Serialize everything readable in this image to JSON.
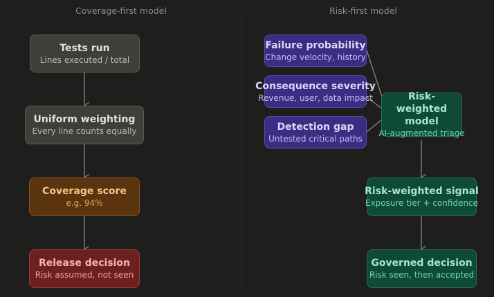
{
  "columns": {
    "left_title": "Coverage-first model",
    "right_title": "Risk-first model"
  },
  "left_flow": [
    {
      "title": "Tests run",
      "subtitle": "Lines executed / total"
    },
    {
      "title": "Uniform weighting",
      "subtitle": "Every line counts equally"
    },
    {
      "title": "Coverage score",
      "subtitle": "e.g. 94%"
    },
    {
      "title": "Release decision",
      "subtitle": "Risk assumed, not seen"
    }
  ],
  "right_inputs": [
    {
      "title": "Failure probability",
      "subtitle": "Change velocity, history"
    },
    {
      "title": "Consequence severity",
      "subtitle": "Revenue, user, data impact"
    },
    {
      "title": "Detection gap",
      "subtitle": "Untested critical paths"
    }
  ],
  "right_flow": [
    {
      "title": "Risk-weighted model",
      "subtitle": "AI-augmented triage"
    },
    {
      "title": "Risk-weighted signal",
      "subtitle": "Exposure tier + confidence"
    },
    {
      "title": "Governed decision",
      "subtitle": "Risk seen, then accepted"
    }
  ],
  "colors": {
    "background": "#1e1e1d",
    "neutral": "#3e3e3a",
    "amber": "#5a330f",
    "red": "#6c2120",
    "purple": "#3b2d83",
    "green": "#0f4a39",
    "edge": "#8a8883"
  }
}
